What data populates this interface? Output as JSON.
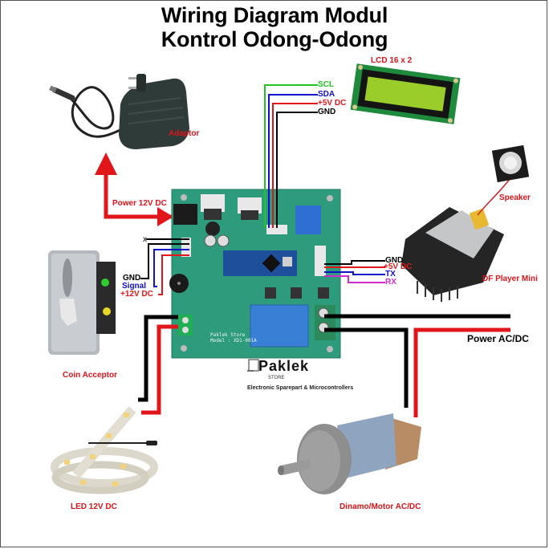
{
  "title": {
    "line1": "Wiring Diagram Modul",
    "line2": "Kontrol Odong-Odong"
  },
  "components": {
    "adaptor": {
      "label": "Adaptor"
    },
    "lcd": {
      "label": "LCD 16 x 2"
    },
    "speaker": {
      "label": "Speaker"
    },
    "dfplayer": {
      "label": "DF Player Mini"
    },
    "coin_acceptor": {
      "label": "Coin Acceptor"
    },
    "led": {
      "label": "LED 12V DC"
    },
    "motor": {
      "label": "Dinamo/Motor AC/DC"
    },
    "board": {
      "silkscreen_line1": "Paklek Store",
      "silkscreen_line2": "Model : XD1-001A"
    }
  },
  "connections": {
    "power_in": {
      "label": "Power 12V DC"
    },
    "power_ac_dc": {
      "label": "Power AC/DC"
    },
    "lcd_pins": [
      {
        "name": "SCL",
        "color": "#22c422"
      },
      {
        "name": "SDA",
        "color": "#1010c8"
      },
      {
        "name": "+5V DC",
        "color": "#e0161b"
      },
      {
        "name": "GND",
        "color": "#000000"
      }
    ],
    "coin_pins": [
      {
        "name": "X",
        "color": "#000000"
      },
      {
        "name": "GND",
        "color": "#000000"
      },
      {
        "name": "Signal",
        "color": "#1010c8"
      },
      {
        "name": "+12V DC",
        "color": "#e0161b"
      }
    ],
    "df_pins": [
      {
        "name": "GND",
        "color": "#000000"
      },
      {
        "name": "+5V DC",
        "color": "#e0161b"
      },
      {
        "name": "TX",
        "color": "#1010c8"
      },
      {
        "name": "RX",
        "color": "#d02ad0"
      }
    ]
  },
  "brand": {
    "name": "Paklek",
    "sub": "STORE",
    "tagline": "Electronic Sparepart & Microcontrollers"
  },
  "colors": {
    "label_red": "#d9141b",
    "pcb_green": "#2e9b7c",
    "wire_black": "#000000",
    "wire_red": "#e0161b"
  }
}
